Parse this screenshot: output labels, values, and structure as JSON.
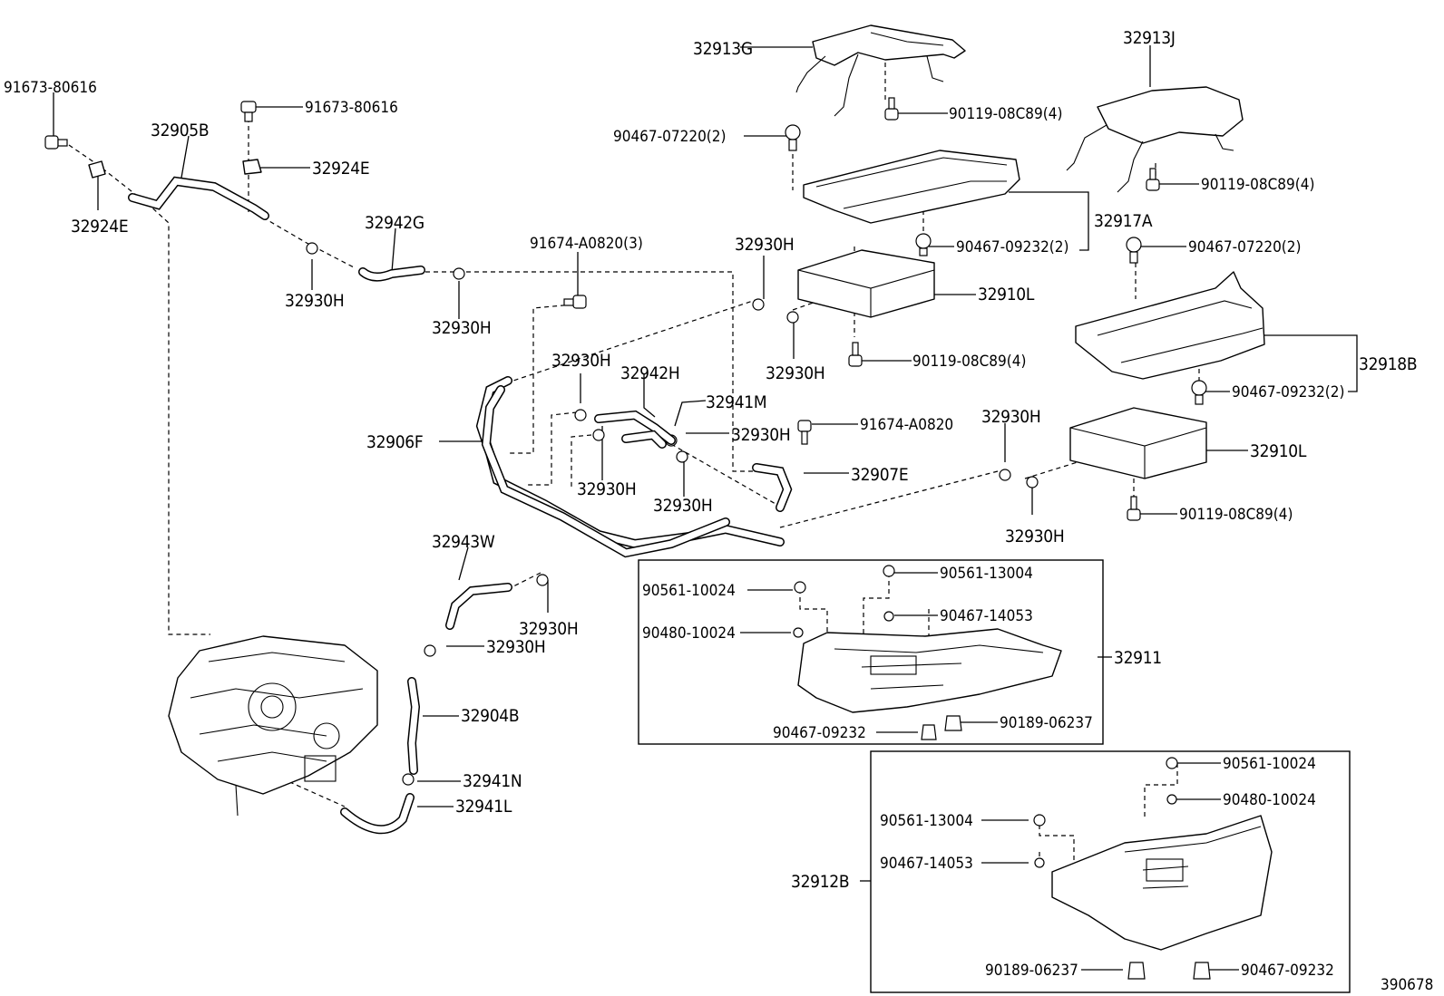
{
  "diagram_id": "390678",
  "labels": {
    "p91673_80616_a": "91673-80616",
    "p91673_80616_b": "91673-80616",
    "p32905B": "32905B",
    "p32924E_a": "32924E",
    "p32924E_b": "32924E",
    "p32942G": "32942G",
    "p32930H_1": "32930H",
    "p32930H_2": "32930H",
    "p32930H_3": "32930H",
    "p32930H_4": "32930H",
    "p32930H_5": "32930H",
    "p32930H_6": "32930H",
    "p32930H_7": "32930H",
    "p32930H_8": "32930H",
    "p32930H_9": "32930H",
    "p32930H_10": "32930H",
    "p32930H_11": "32930H",
    "p32930H_12": "32930H",
    "p91674_A0820_3": "91674-A0820(3)",
    "p91674_A0820": "91674-A0820",
    "p32913G": "32913G",
    "p32913J": "32913J",
    "p90119_08C89_a": "90119-08C89(4)",
    "p90119_08C89_b": "90119-08C89(4)",
    "p90119_08C89_c": "90119-08C89(4)",
    "p90119_08C89_d": "90119-08C89(4)",
    "p90467_07220_a": "90467-07220(2)",
    "p90467_07220_b": "90467-07220(2)",
    "p32917A": "32917A",
    "p90467_09232_2a": "90467-09232(2)",
    "p90467_09232_2b": "90467-09232(2)",
    "p32910L_a": "32910L",
    "p32910L_b": "32910L",
    "p32918B": "32918B",
    "p32942H": "32942H",
    "p32941M": "32941M",
    "p32906F": "32906F",
    "p32907E": "32907E",
    "p32943W": "32943W",
    "p32904B": "32904B",
    "p32941N": "32941N",
    "p32941L": "32941L",
    "p32911": "32911",
    "p90561_10024_a": "90561-10024",
    "p90561_10024_b": "90561-10024",
    "p90561_13004_a": "90561-13004",
    "p90561_13004_b": "90561-13004",
    "p90467_14053_a": "90467-14053",
    "p90467_14053_b": "90467-14053",
    "p90480_10024_a": "90480-10024",
    "p90480_10024_b": "90480-10024",
    "p90467_09232_a": "90467-09232",
    "p90467_09232_b": "90467-09232",
    "p90189_06237_a": "90189-06237",
    "p90189_06237_b": "90189-06237",
    "p32912B": "32912B"
  }
}
